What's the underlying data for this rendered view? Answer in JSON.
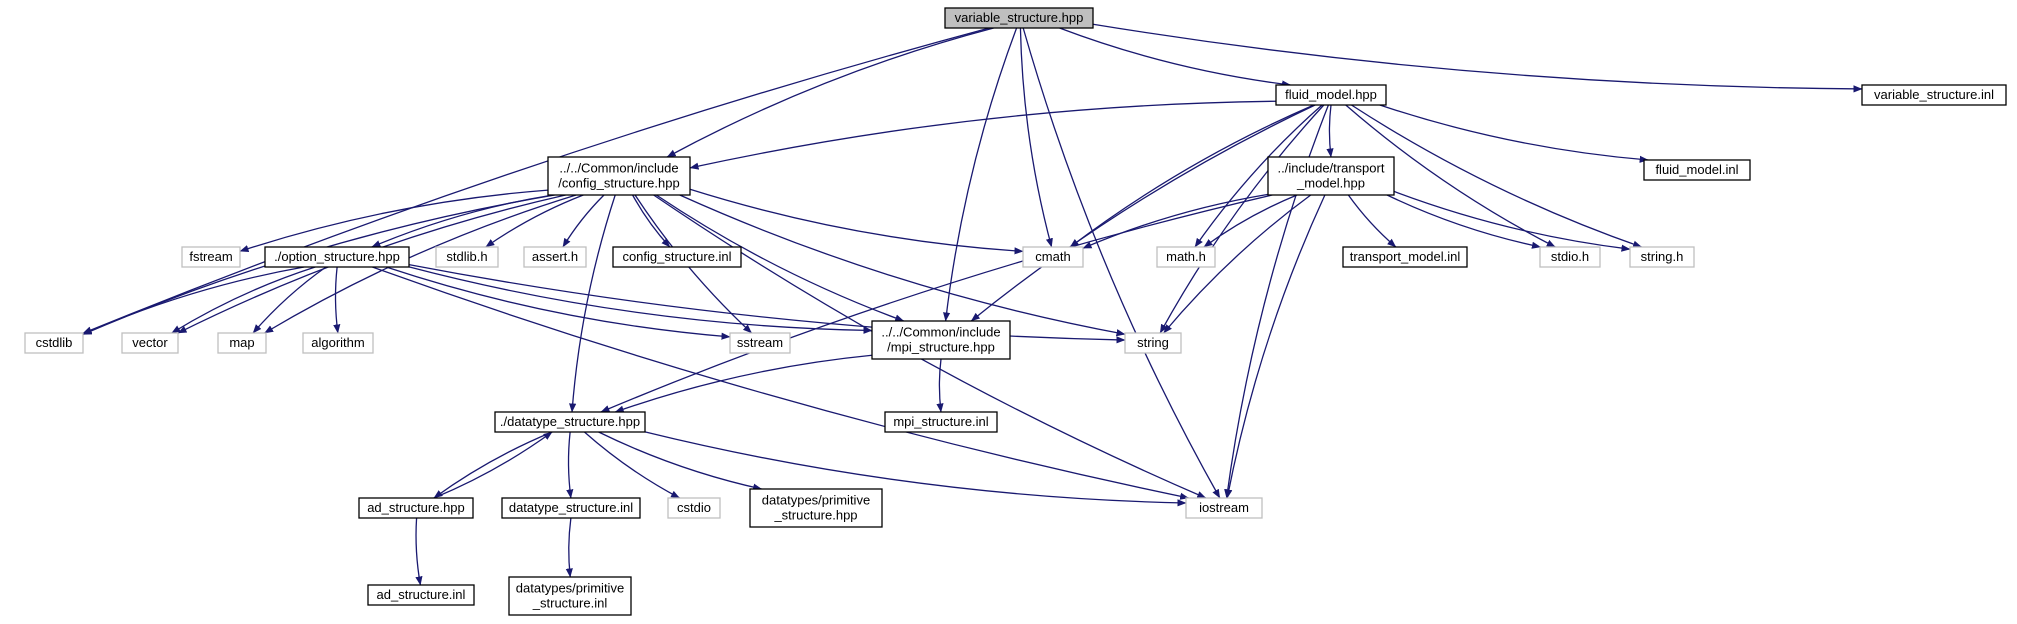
{
  "title": "variable_structure.hpp",
  "colors": {
    "edge": "#191970",
    "root_fill": "#bfbfbf",
    "internal_border": "#000000",
    "external_border": "#bfbfbf",
    "node_fill": "#ffffff"
  },
  "nodes": [
    {
      "id": "variable_structure_hpp",
      "lines": [
        "variable_structure.hpp"
      ],
      "kind": "root",
      "interactable": false
    },
    {
      "id": "cstdlib",
      "lines": [
        "cstdlib"
      ],
      "kind": "external",
      "interactable": false
    },
    {
      "id": "config_structure_hpp",
      "lines": [
        "../../Common/include",
        "/config_structure.hpp"
      ],
      "kind": "internal",
      "interactable": true
    },
    {
      "id": "mpi_structure_hpp",
      "lines": [
        "../../Common/include",
        "/mpi_structure.hpp"
      ],
      "kind": "internal",
      "interactable": true
    },
    {
      "id": "cmath",
      "lines": [
        "cmath"
      ],
      "kind": "external",
      "interactable": false
    },
    {
      "id": "fluid_model_hpp",
      "lines": [
        "fluid_model.hpp"
      ],
      "kind": "internal",
      "interactable": true
    },
    {
      "id": "iostream",
      "lines": [
        "iostream"
      ],
      "kind": "external",
      "interactable": false
    },
    {
      "id": "variable_structure_inl",
      "lines": [
        "variable_structure.inl"
      ],
      "kind": "internal",
      "interactable": true
    },
    {
      "id": "transport_model_hpp",
      "lines": [
        "../include/transport",
        "_model.hpp"
      ],
      "kind": "internal",
      "interactable": true
    },
    {
      "id": "fluid_model_inl",
      "lines": [
        "fluid_model.inl"
      ],
      "kind": "internal",
      "interactable": true
    },
    {
      "id": "fstream",
      "lines": [
        "fstream"
      ],
      "kind": "external",
      "interactable": false
    },
    {
      "id": "option_structure_hpp",
      "lines": [
        "./option_structure.hpp"
      ],
      "kind": "internal",
      "interactable": true
    },
    {
      "id": "stdlib_h",
      "lines": [
        "stdlib.h"
      ],
      "kind": "external",
      "interactable": false
    },
    {
      "id": "assert_h",
      "lines": [
        "assert.h"
      ],
      "kind": "external",
      "interactable": false
    },
    {
      "id": "config_structure_inl",
      "lines": [
        "config_structure.inl"
      ],
      "kind": "internal",
      "interactable": true
    },
    {
      "id": "math_h",
      "lines": [
        "math.h"
      ],
      "kind": "external",
      "interactable": false
    },
    {
      "id": "transport_model_inl",
      "lines": [
        "transport_model.inl"
      ],
      "kind": "internal",
      "interactable": true
    },
    {
      "id": "stdio_h",
      "lines": [
        "stdio.h"
      ],
      "kind": "external",
      "interactable": false
    },
    {
      "id": "string_h",
      "lines": [
        "string.h"
      ],
      "kind": "external",
      "interactable": false
    },
    {
      "id": "vector",
      "lines": [
        "vector"
      ],
      "kind": "external",
      "interactable": false
    },
    {
      "id": "map",
      "lines": [
        "map"
      ],
      "kind": "external",
      "interactable": false
    },
    {
      "id": "algorithm",
      "lines": [
        "algorithm"
      ],
      "kind": "external",
      "interactable": false
    },
    {
      "id": "sstream",
      "lines": [
        "sstream"
      ],
      "kind": "external",
      "interactable": false
    },
    {
      "id": "string",
      "lines": [
        "string"
      ],
      "kind": "external",
      "interactable": false
    },
    {
      "id": "datatype_structure_hpp",
      "lines": [
        "./datatype_structure.hpp"
      ],
      "kind": "internal",
      "interactable": true
    },
    {
      "id": "mpi_structure_inl",
      "lines": [
        "mpi_structure.inl"
      ],
      "kind": "internal",
      "interactable": true
    },
    {
      "id": "ad_structure_hpp",
      "lines": [
        "ad_structure.hpp"
      ],
      "kind": "internal",
      "interactable": true
    },
    {
      "id": "datatype_structure_inl",
      "lines": [
        "datatype_structure.inl"
      ],
      "kind": "internal",
      "interactable": true
    },
    {
      "id": "cstdio",
      "lines": [
        "cstdio"
      ],
      "kind": "external",
      "interactable": false
    },
    {
      "id": "primitive_structure_hpp",
      "lines": [
        "datatypes/primitive",
        "_structure.hpp"
      ],
      "kind": "internal",
      "interactable": true
    },
    {
      "id": "ad_structure_inl",
      "lines": [
        "ad_structure.inl"
      ],
      "kind": "internal",
      "interactable": true
    },
    {
      "id": "primitive_structure_inl",
      "lines": [
        "datatypes/primitive",
        "_structure.inl"
      ],
      "kind": "internal",
      "interactable": true
    }
  ],
  "edges": [
    {
      "from": "variable_structure_hpp",
      "to": "cstdlib"
    },
    {
      "from": "variable_structure_hpp",
      "to": "config_structure_hpp"
    },
    {
      "from": "variable_structure_hpp",
      "to": "mpi_structure_hpp"
    },
    {
      "from": "variable_structure_hpp",
      "to": "cmath"
    },
    {
      "from": "variable_structure_hpp",
      "to": "fluid_model_hpp"
    },
    {
      "from": "variable_structure_hpp",
      "to": "iostream"
    },
    {
      "from": "variable_structure_hpp",
      "to": "variable_structure_inl"
    },
    {
      "from": "fluid_model_hpp",
      "to": "config_structure_hpp"
    },
    {
      "from": "fluid_model_hpp",
      "to": "cmath"
    },
    {
      "from": "fluid_model_hpp",
      "to": "mpi_structure_hpp"
    },
    {
      "from": "fluid_model_hpp",
      "to": "math_h"
    },
    {
      "from": "fluid_model_hpp",
      "to": "transport_model_hpp"
    },
    {
      "from": "fluid_model_hpp",
      "to": "stdio_h"
    },
    {
      "from": "fluid_model_hpp",
      "to": "string"
    },
    {
      "from": "fluid_model_hpp",
      "to": "iostream"
    },
    {
      "from": "fluid_model_hpp",
      "to": "fluid_model_inl"
    },
    {
      "from": "fluid_model_hpp",
      "to": "string_h"
    },
    {
      "from": "config_structure_hpp",
      "to": "cstdlib"
    },
    {
      "from": "config_structure_hpp",
      "to": "vector"
    },
    {
      "from": "config_structure_hpp",
      "to": "map"
    },
    {
      "from": "config_structure_hpp",
      "to": "fstream"
    },
    {
      "from": "config_structure_hpp",
      "to": "option_structure_hpp"
    },
    {
      "from": "config_structure_hpp",
      "to": "stdlib_h"
    },
    {
      "from": "config_structure_hpp",
      "to": "assert_h"
    },
    {
      "from": "config_structure_hpp",
      "to": "config_structure_inl"
    },
    {
      "from": "config_structure_hpp",
      "to": "cmath"
    },
    {
      "from": "config_structure_hpp",
      "to": "sstream"
    },
    {
      "from": "config_structure_hpp",
      "to": "mpi_structure_hpp"
    },
    {
      "from": "config_structure_hpp",
      "to": "string"
    },
    {
      "from": "config_structure_hpp",
      "to": "iostream"
    },
    {
      "from": "config_structure_hpp",
      "to": "datatype_structure_hpp"
    },
    {
      "from": "transport_model_hpp",
      "to": "cmath"
    },
    {
      "from": "transport_model_hpp",
      "to": "math_h"
    },
    {
      "from": "transport_model_hpp",
      "to": "transport_model_inl"
    },
    {
      "from": "transport_model_hpp",
      "to": "stdio_h"
    },
    {
      "from": "transport_model_hpp",
      "to": "string_h"
    },
    {
      "from": "transport_model_hpp",
      "to": "string"
    },
    {
      "from": "transport_model_hpp",
      "to": "iostream"
    },
    {
      "from": "transport_model_hpp",
      "to": "datatype_structure_hpp"
    },
    {
      "from": "option_structure_hpp",
      "to": "cstdlib"
    },
    {
      "from": "option_structure_hpp",
      "to": "vector"
    },
    {
      "from": "option_structure_hpp",
      "to": "map"
    },
    {
      "from": "option_structure_hpp",
      "to": "algorithm"
    },
    {
      "from": "option_structure_hpp",
      "to": "sstream"
    },
    {
      "from": "option_structure_hpp",
      "to": "mpi_structure_hpp"
    },
    {
      "from": "option_structure_hpp",
      "to": "string"
    },
    {
      "from": "option_structure_hpp",
      "to": "iostream"
    },
    {
      "from": "mpi_structure_hpp",
      "to": "datatype_structure_hpp"
    },
    {
      "from": "mpi_structure_hpp",
      "to": "mpi_structure_inl"
    },
    {
      "from": "datatype_structure_hpp",
      "to": "ad_structure_hpp"
    },
    {
      "from": "datatype_structure_hpp",
      "to": "datatype_structure_inl"
    },
    {
      "from": "datatype_structure_hpp",
      "to": "cstdio"
    },
    {
      "from": "datatype_structure_hpp",
      "to": "primitive_structure_hpp"
    },
    {
      "from": "datatype_structure_hpp",
      "to": "iostream"
    },
    {
      "from": "ad_structure_hpp",
      "to": "datatype_structure_hpp"
    },
    {
      "from": "ad_structure_hpp",
      "to": "ad_structure_inl"
    },
    {
      "from": "datatype_structure_inl",
      "to": "primitive_structure_inl"
    }
  ]
}
